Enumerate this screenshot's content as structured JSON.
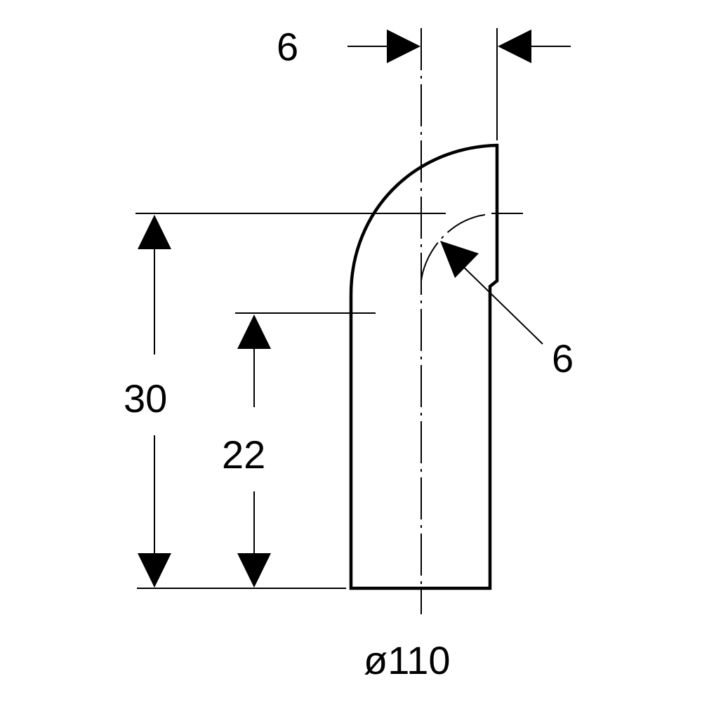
{
  "diagram": {
    "labels": {
      "top_width": "6",
      "arc_radius": "6",
      "total_height": "30",
      "straight_height": "22",
      "diameter": "ø110"
    },
    "colors": {
      "ink": "#000000",
      "background": "#ffffff"
    }
  }
}
